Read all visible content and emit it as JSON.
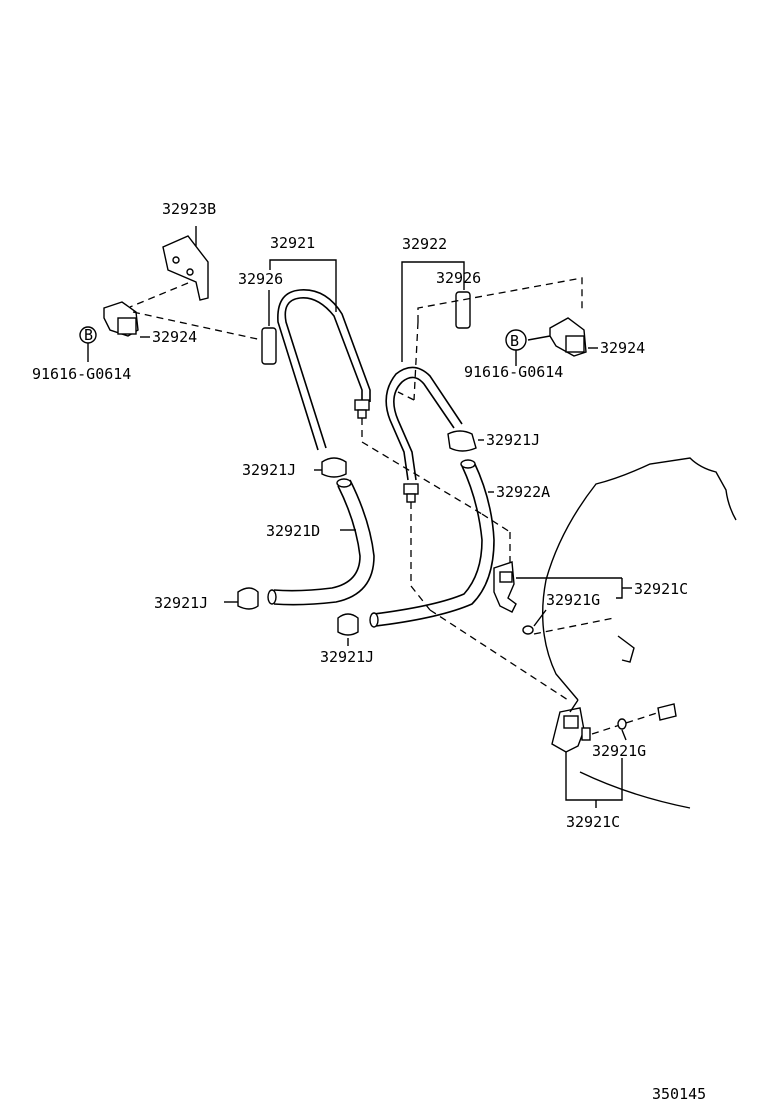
{
  "labels": {
    "p32923B": "32923B",
    "p32921": "32921",
    "p32922": "32922",
    "p32926_left": "32926",
    "p32926_right": "32926",
    "p32924_left": "32924",
    "p32924_right": "32924",
    "bolt_left": "91616-G0614",
    "bolt_right": "91616-G0614",
    "marker_left": "B",
    "marker_right": "B",
    "p32921J_a": "32921J",
    "p32921J_b": "32921J",
    "p32921J_c": "32921J",
    "p32921J_d": "32921J",
    "p32921D": "32921D",
    "p32922A": "32922A",
    "p32921C_a": "32921C",
    "p32921C_b": "32921C",
    "p32921G_a": "32921G",
    "p32921G_b": "32921G",
    "diagram_id": "350145"
  }
}
